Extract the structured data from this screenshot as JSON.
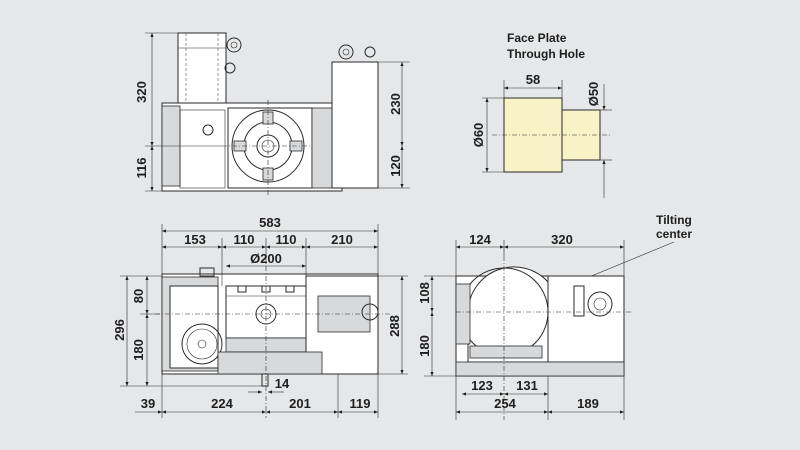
{
  "face_plate": {
    "line1": "Face Plate",
    "line2": "Through Hole"
  },
  "tilting": {
    "line1": "Tilting",
    "line2": "center"
  },
  "top_view": {
    "d320": "320",
    "d116": "116",
    "d230": "230",
    "d120": "120"
  },
  "face_plate_dims": {
    "d58": "58",
    "d50": "Ø50",
    "d60": "Ø60"
  },
  "front_view": {
    "d583": "583",
    "d153": "153",
    "d110a": "110",
    "d110b": "110",
    "d210": "210",
    "d200": "Ø200",
    "d80": "80",
    "d296": "296",
    "d180": "180",
    "d288": "288",
    "d14": "14",
    "d39": "39",
    "d224": "224",
    "d201": "201",
    "d119": "119"
  },
  "side_view": {
    "d124": "124",
    "d320": "320",
    "d108": "108",
    "d180": "180",
    "d123": "123",
    "d131": "131",
    "d254": "254",
    "d189": "189"
  }
}
